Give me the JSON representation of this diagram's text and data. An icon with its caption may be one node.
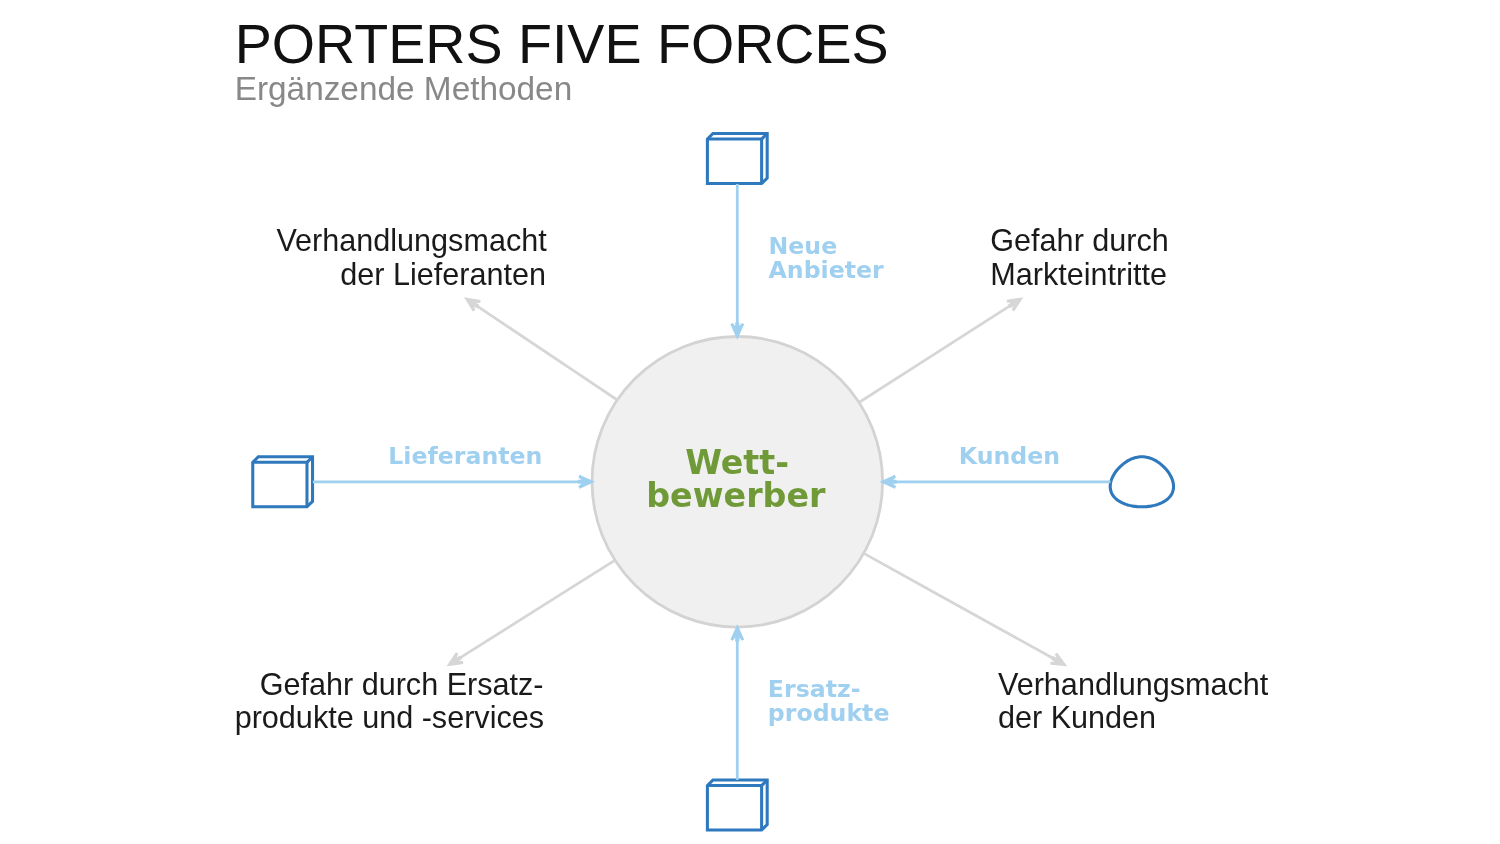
{
  "diagram": {
    "title": "PORTERS FIVE FORCES",
    "caption": "Ergänzende Methoden",
    "nodes": [
      {
        "text": [],
        "shape": "picture"
      },
      {
        "text": [
          "Verhandlungsmacht der Lieferanten"
        ]
      },
      {
        "text": [
          "Gefahr durch Markteintritte"
        ]
      },
      {
        "text": [
          "Wett- bewerber"
        ]
      },
      {
        "text": [],
        "shape": "person"
      },
      {
        "text": [],
        "shape": "picture"
      },
      {
        "text": [
          "Gefahr durch Ersatz- produkte und -services"
        ]
      },
      {
        "text": [
          "Verhandlungsmacht der Kunden"
        ]
      },
      {
        "text": [],
        "shape": "picture"
      }
    ],
    "edges": [
      {
        "from": 0,
        "to": 3,
        "arrow": "to",
        "label": "Neue Anbieter",
        "color": "#9fd0f0"
      },
      {
        "from": 3,
        "to": 1,
        "arrow": "to",
        "color": "#d6d6d6"
      },
      {
        "from": 3,
        "to": 2,
        "arrow": "to",
        "color": "#d6d6d6"
      },
      {
        "from": 5,
        "to": 3,
        "arrow": "to",
        "label": "Lieferanten",
        "color": "#9fd0f0"
      },
      {
        "from": 4,
        "to": 3,
        "arrow": "to",
        "label": "Kunden",
        "color": "#9fd0f0"
      },
      {
        "from": 3,
        "to": 6,
        "arrow": "to",
        "color": "#d6d6d6"
      },
      {
        "from": 3,
        "to": 7,
        "arrow": "to",
        "color": "#d6d6d6"
      },
      {
        "from": 8,
        "to": 3,
        "arrow": "to",
        "label": "Ersatz- produkte",
        "color": "#9fd0f0"
      }
    ]
  }
}
